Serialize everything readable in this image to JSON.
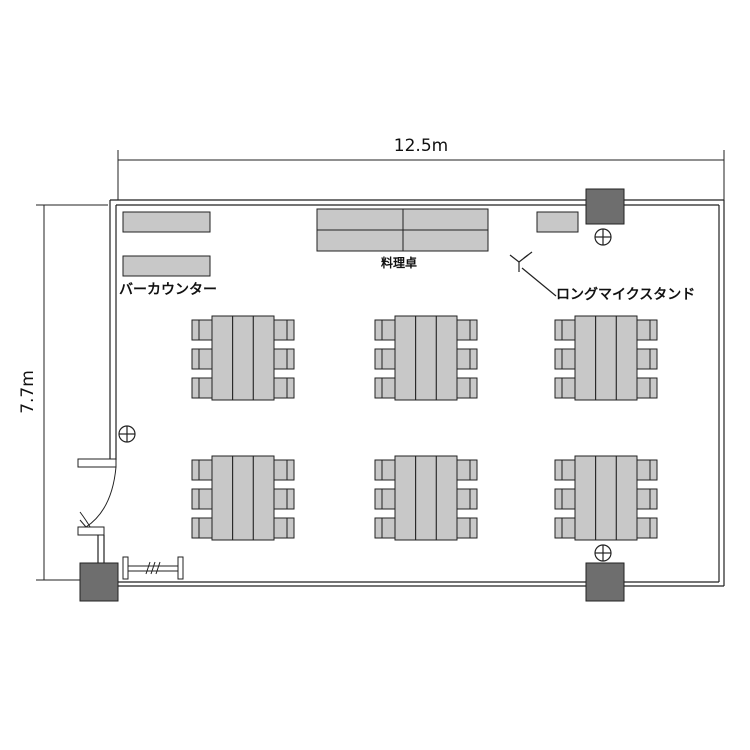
{
  "dimensions": {
    "width_label": "12.5m",
    "height_label": "7.7m"
  },
  "labels": {
    "bar_counter": "バーカウンター",
    "cooking_table": "料理卓",
    "mic_stand": "ロングマイクスタンド"
  },
  "table_groups": {
    "count": 6,
    "rows": 2,
    "columns": 3,
    "chairs_per_side": 3
  },
  "colors": {
    "furniture_fill": "#c8c8c8",
    "column_fill": "#6e6e6e",
    "line": "#222222"
  }
}
